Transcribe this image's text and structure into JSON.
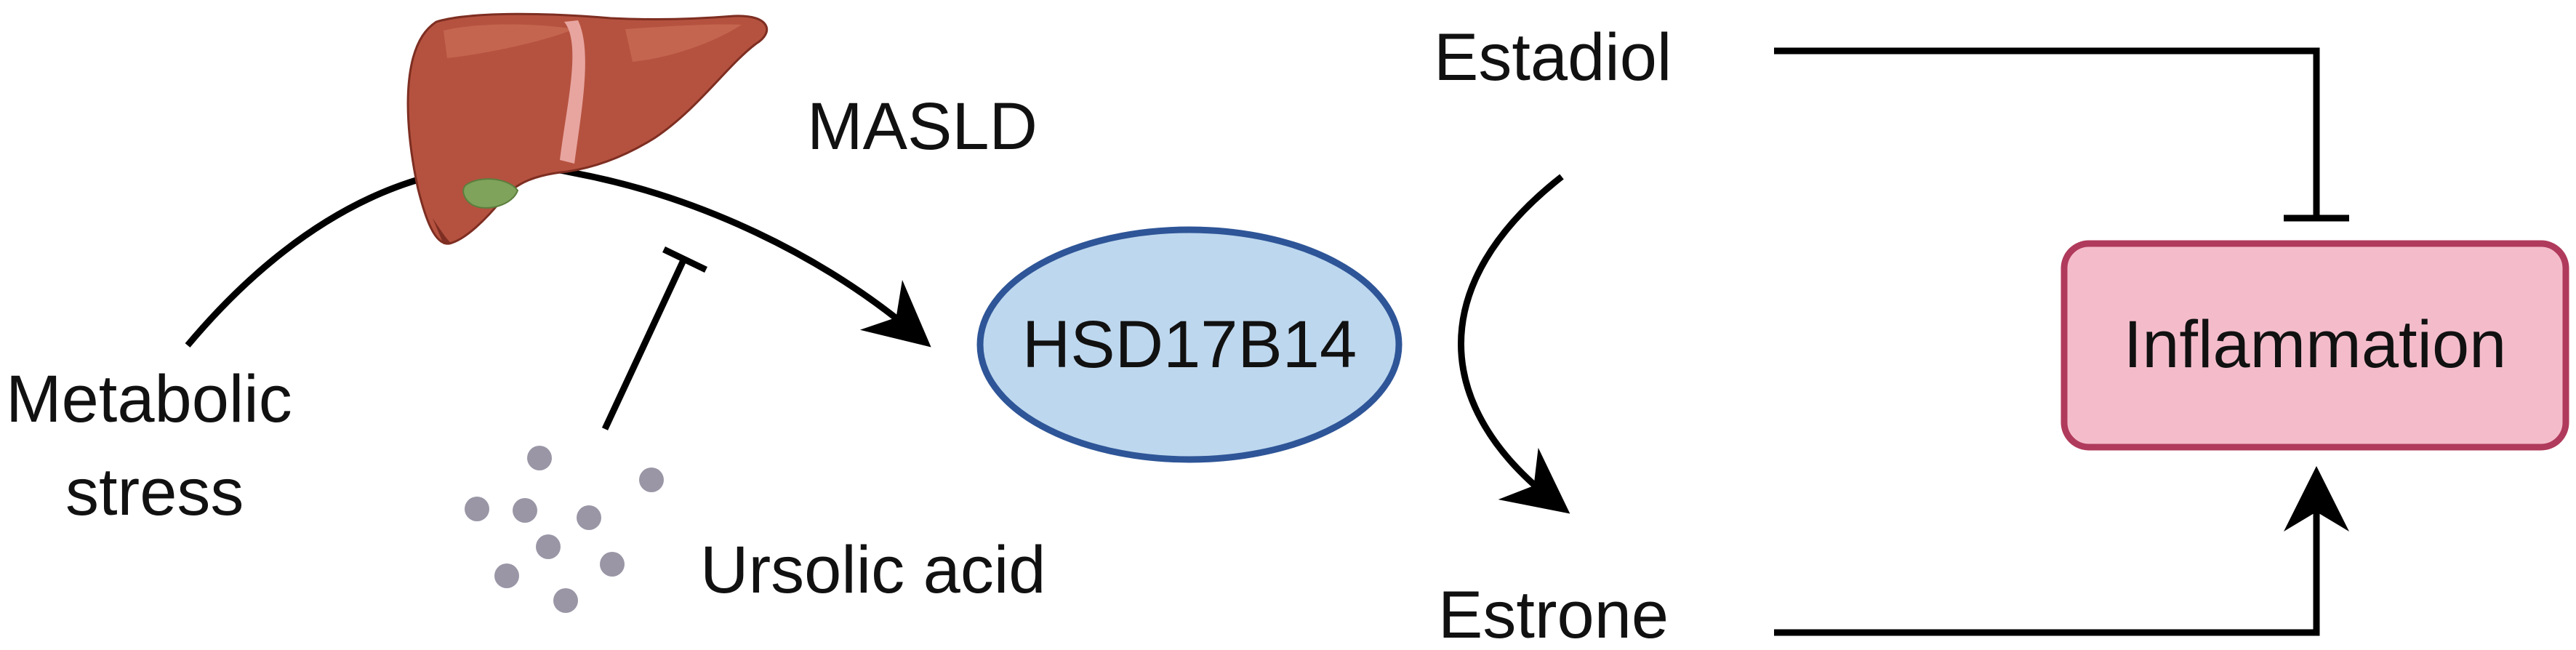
{
  "labels": {
    "masld": "MASLD",
    "metabolic_line1": "Metabolic",
    "metabolic_line2": "stress",
    "ursolic_acid": "Ursolic acid",
    "hsd17b14": "HSD17B14",
    "estadiol": "Estadiol",
    "estrone": "Estrone",
    "inflammation": "Inflammation"
  },
  "icons": {
    "liver": "liver-icon",
    "molecule_dots": "ursolic-acid-molecules-icon"
  },
  "colors": {
    "line": "#000000",
    "enzyme_fill": "#bdd7ee",
    "enzyme_stroke": "#2e5597",
    "inflammation_fill": "#f4bccb",
    "inflammation_stroke": "#b03a5b",
    "liver": "#b5523f",
    "liver_highlight": "#e8a5a0",
    "gallbladder": "#7fa35a",
    "molecule_dot": "#9a96a6"
  }
}
